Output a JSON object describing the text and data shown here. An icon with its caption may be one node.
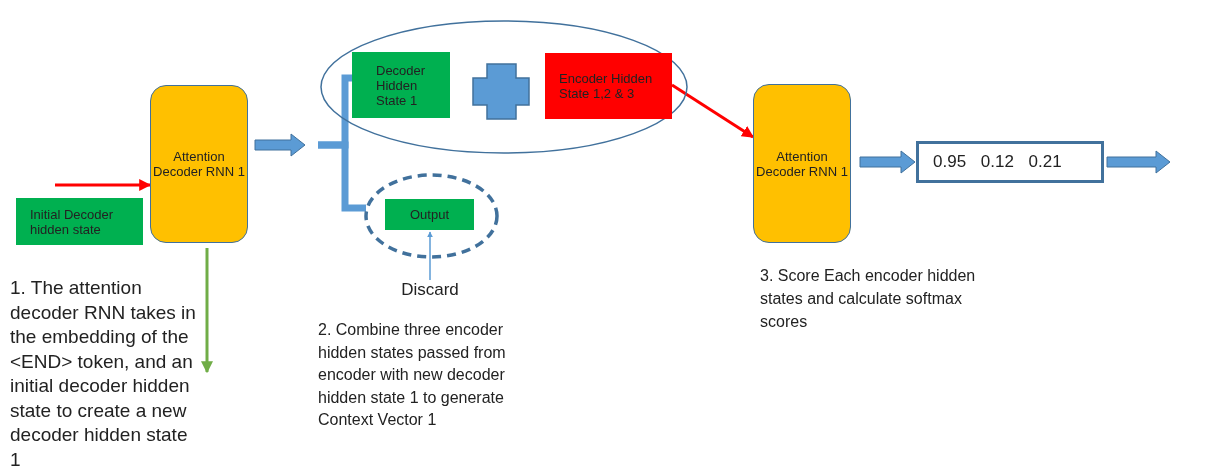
{
  "diagram": {
    "nodes": [
      {
        "text": [
          "Attention Decoder RNN 1"
        ]
      },
      {
        "text": [
          "Initial Decoder hidden state"
        ]
      },
      {
        "text": [],
        "shape": "ellipse"
      },
      {
        "text": [
          "Decoder Hidden State 1"
        ],
        "in": 2
      },
      {
        "text": [
          "Encoder Hidden State 1,2 & 3"
        ],
        "in": 2
      },
      {
        "text": [],
        "shape": "ellipse"
      },
      {
        "text": [
          "Output"
        ],
        "in": 5
      },
      {
        "text": [
          "Discard"
        ]
      },
      {
        "text": [
          "Attention Decoder RNN 1"
        ]
      },
      {
        "text": [
          "0.95 0.12 0.21"
        ]
      },
      {
        "text": [
          "1. The attention decoder RNN takes in the embedding of the <END> token, and an initial decoder hidden state to create a new decoder hidden state 1"
        ]
      }
    ],
    "edges": [
      {
        "from": 1,
        "to": 0,
        "arrow": "to",
        "color": "#ff0000"
      },
      {
        "from": 0,
        "to": null,
        "arrow": "to",
        "style": "thick"
      },
      {
        "from": null,
        "to": 3,
        "arrow": "none",
        "style": "thick"
      },
      {
        "from": null,
        "to": 5,
        "arrow": "none",
        "style": "thick"
      },
      {
        "from": 0,
        "to": 10,
        "arrow": "to",
        "color": "#70ad47"
      },
      {
        "from": 7,
        "to": 6,
        "arrow": "to"
      },
      {
        "from": 4,
        "to": 8,
        "arrow": "to",
        "color": "#ff0000"
      },
      {
        "from": 8,
        "to": 9,
        "arrow": "to",
        "style": "thick"
      },
      {
        "from": 9,
        "to": null,
        "arrow": "to",
        "style": "thick"
      }
    ],
    "labels": [
      "2. Combine three encoder hidden states passed from encoder with new decoder hidden state 1 to generate Context Vector 1",
      "3. Score Each encoder hidden states and calculate softmax scores"
    ]
  }
}
